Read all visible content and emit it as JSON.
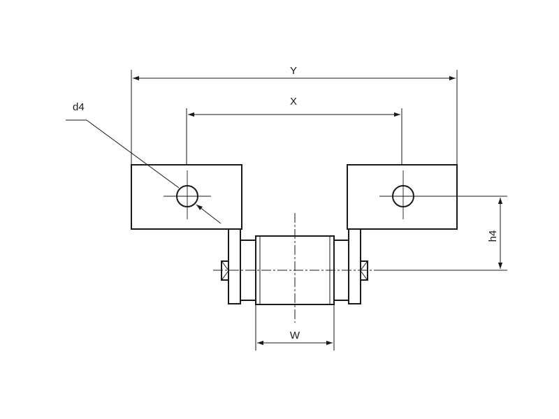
{
  "diagram": {
    "labels": {
      "Y": "Y",
      "X": "X",
      "d4": "d4",
      "h4": "h4",
      "W": "W"
    },
    "colors": {
      "line": "#1a1a1a",
      "background": "#ffffff"
    }
  }
}
